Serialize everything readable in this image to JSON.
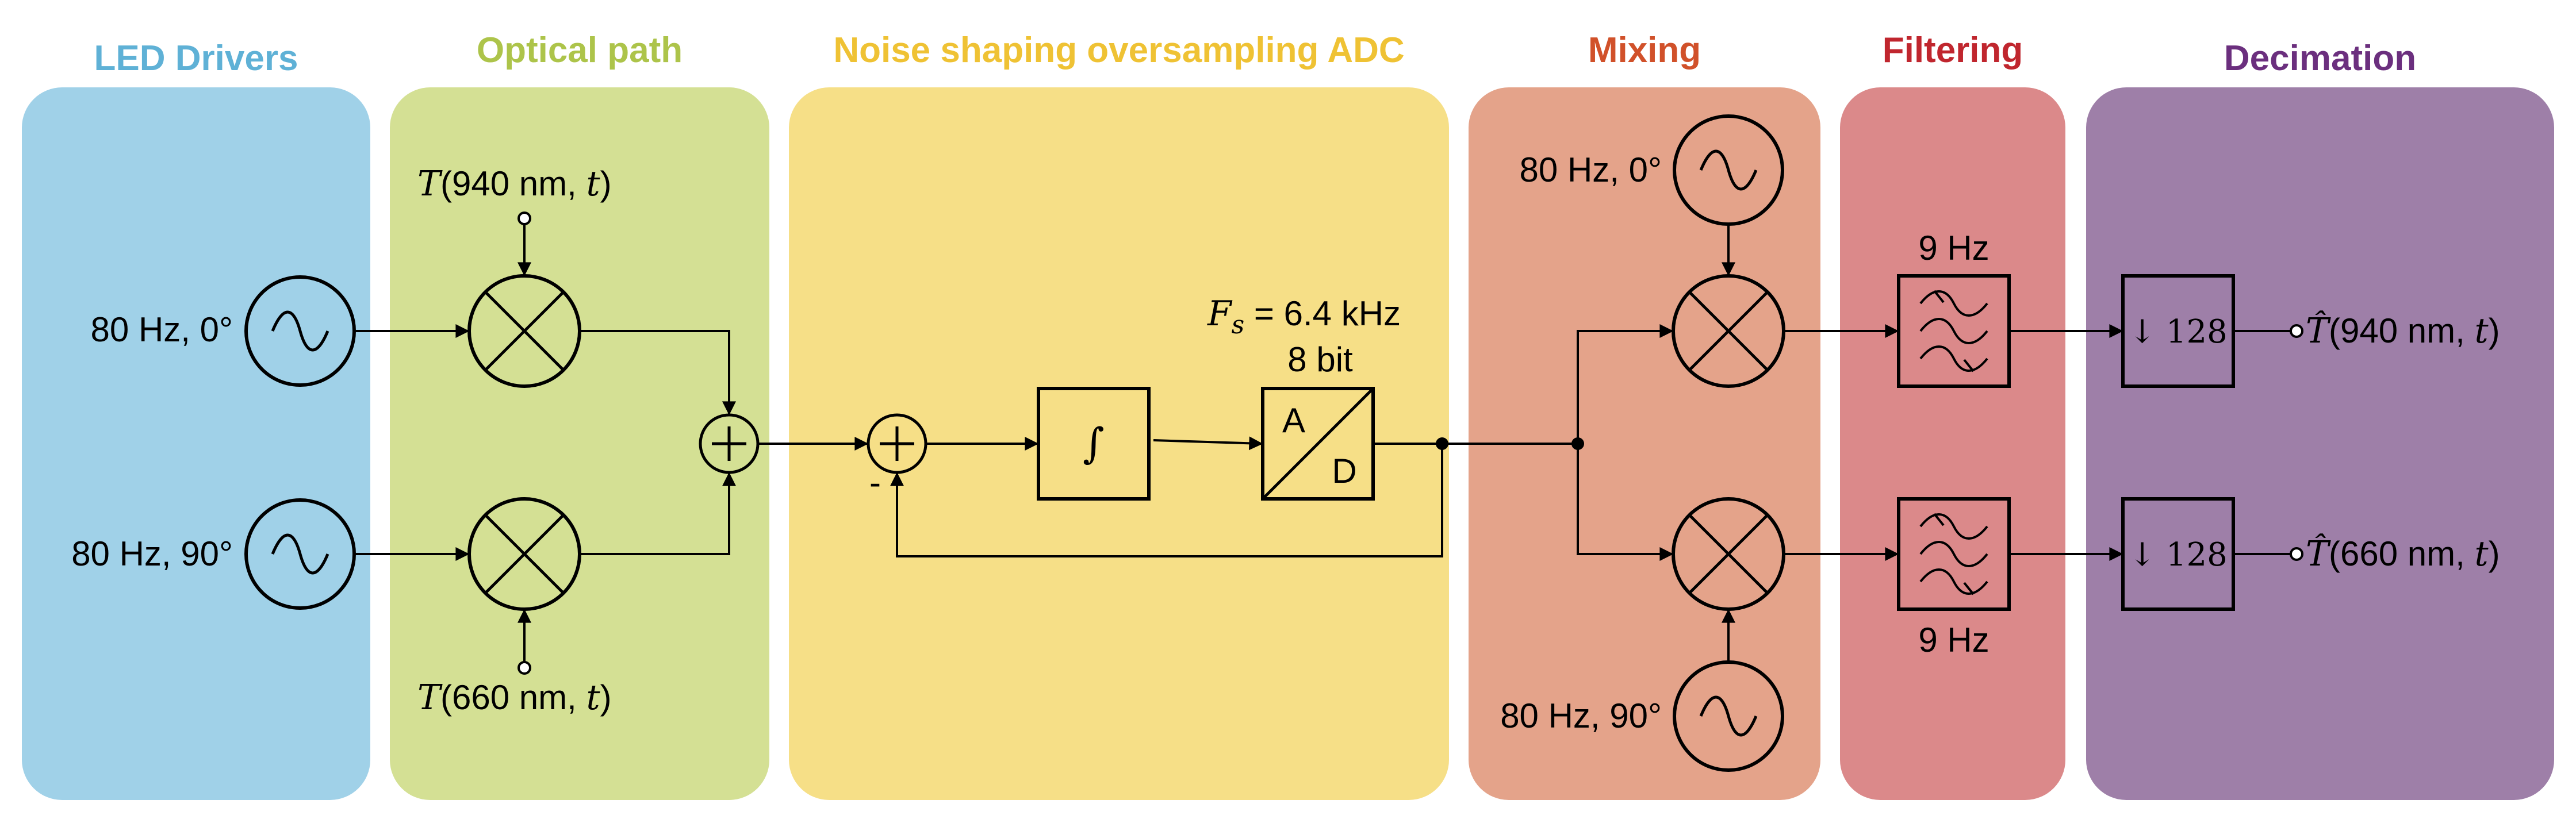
{
  "sections": [
    {
      "id": "led",
      "title": "LED Drivers",
      "color": "#a0d1e8",
      "title_color": "#5fb1d6"
    },
    {
      "id": "optical",
      "title": "Optical path",
      "color": "#d4e094",
      "title_color": "#adc44a"
    },
    {
      "id": "adc",
      "title": "Noise shaping oversampling ADC",
      "color": "#f6df87",
      "title_color": "#efc234"
    },
    {
      "id": "mixing",
      "title": "Mixing",
      "color": "#e4a38a",
      "title_color": "#d1512a"
    },
    {
      "id": "filtering",
      "title": "Filtering",
      "color": "#db898a",
      "title_color": "#c0262e"
    },
    {
      "id": "decimation",
      "title": "Decimation",
      "color": "#9e7fa8",
      "title_color": "#6b2f7e"
    }
  ],
  "led": {
    "osc1_label": "80 Hz, 0°",
    "osc2_label": "80 Hz, 90°"
  },
  "optical": {
    "t940_sym": "T",
    "t940_args": "(940 nm, ",
    "t940_t": "t",
    "t940_close": ")",
    "t660_sym": "T",
    "t660_args": "(660 nm, ",
    "t660_t": "t",
    "t660_close": ")"
  },
  "adc": {
    "fs_sym": "F",
    "fs_sub": "s",
    "fs_value": " = 6.4 kHz",
    "bits": "8 bit",
    "feedback_sign": "-",
    "integrator": "∫",
    "ad_a": "A",
    "ad_d": "D"
  },
  "mixing": {
    "osc1_label": "80 Hz, 0°",
    "osc2_label": "80 Hz, 90°"
  },
  "filtering": {
    "f1_label": "9 Hz",
    "f2_label": "9 Hz"
  },
  "decimation": {
    "dec1": "↓ 128",
    "dec2": "↓ 128",
    "out1_sym": "T̂",
    "out1_args": "(940 nm, ",
    "out1_t": "t",
    "out1_close": ")",
    "out2_sym": "T̂",
    "out2_args": "(660 nm, ",
    "out2_t": "t",
    "out2_close": ")"
  }
}
